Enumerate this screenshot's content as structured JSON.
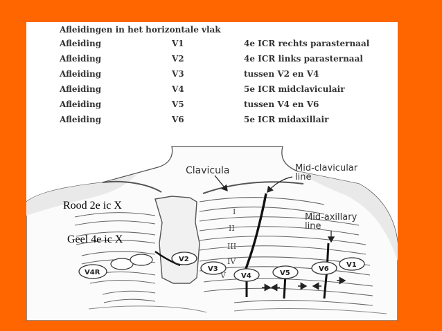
{
  "table": {
    "title": "Afleidingen in het horizontale vlak",
    "rows": [
      {
        "lead": "Afleiding",
        "name": "V1",
        "position": "4e ICR rechts parasternaal"
      },
      {
        "lead": "Afleiding",
        "name": "V2",
        "position": "4e ICR links parasternaal"
      },
      {
        "lead": "Afleiding",
        "name": "V3",
        "position": "tussen V2 en V4"
      },
      {
        "lead": "Afleiding",
        "name": "V4",
        "position": "5e ICR midclaviculair"
      },
      {
        "lead": "Afleiding",
        "name": "V5",
        "position": "tussen V4 en V6"
      },
      {
        "lead": "Afleiding",
        "name": "V6",
        "position": "5e ICR midaxillair"
      }
    ]
  },
  "diagram": {
    "labels": {
      "clavicula": "Clavicula",
      "mid_clavicular_1": "Mid-clavicular",
      "mid_clavicular_2": "line",
      "mid_axillary_1": "Mid-axillary",
      "mid_axillary_2": "line"
    },
    "ribs": [
      "I",
      "II",
      "III",
      "IV",
      "V"
    ],
    "electrodes": [
      "V1",
      "V2",
      "V3",
      "V4",
      "V5",
      "V6",
      "V4R"
    ]
  },
  "overlay": {
    "red": "Rood 2e ic  X",
    "yellow": "Geel 4e ic  X"
  }
}
